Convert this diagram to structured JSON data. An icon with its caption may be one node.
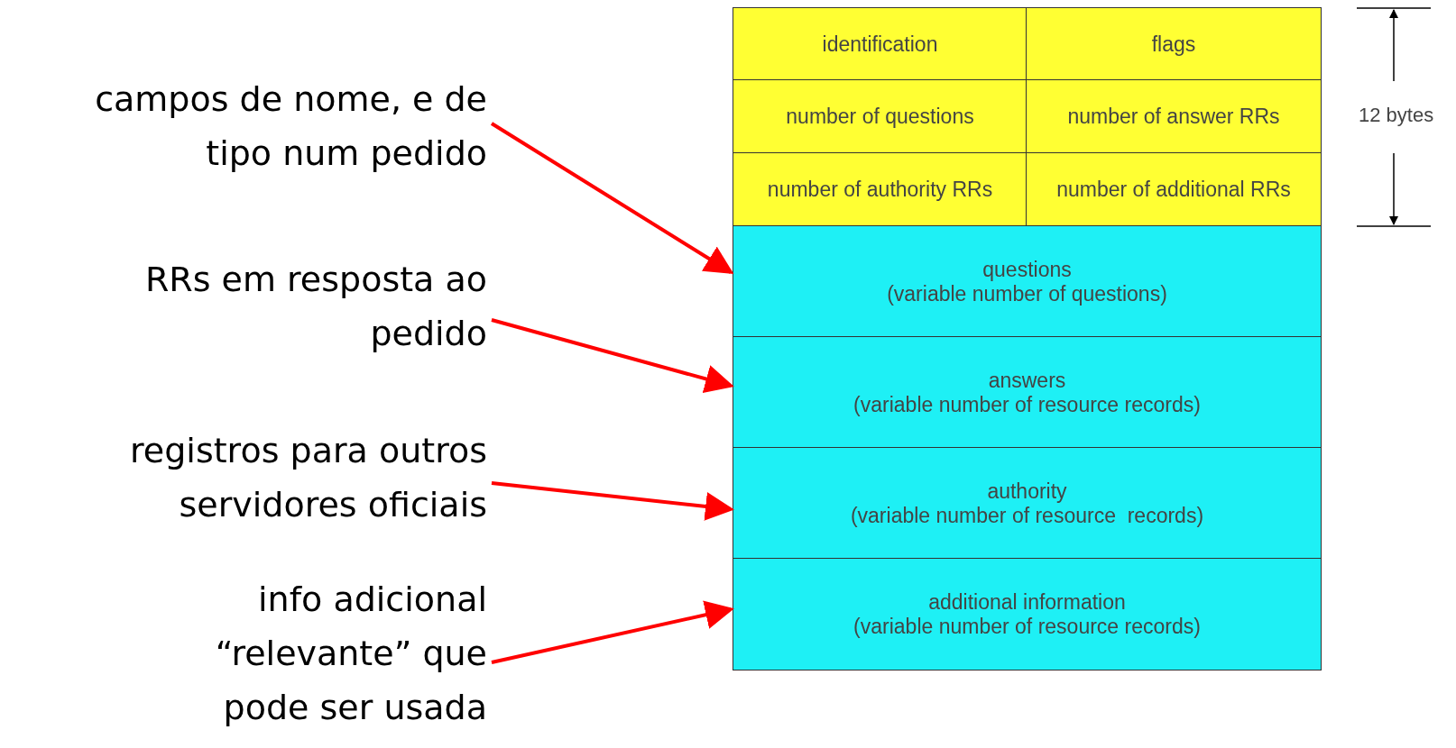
{
  "diagram": {
    "nodes": [
      {
        "text": [
          "identification"
        ]
      },
      {
        "text": [
          "flags"
        ]
      },
      {
        "text": [
          "number of questions"
        ]
      },
      {
        "text": [
          "number of answer RRs"
        ]
      },
      {
        "text": [
          "number of authority RRs"
        ]
      },
      {
        "text": [
          "number of additional RRs"
        ]
      },
      {
        "text": [
          "questions",
          "(variable number of questions)"
        ]
      },
      {
        "text": [
          "answers",
          "(variable number of resource records)"
        ]
      },
      {
        "text": [
          "authority",
          "(variable number of resource  records)"
        ]
      },
      {
        "text": [
          "additional information",
          "(variable number of resource records)"
        ]
      },
      {
        "text": [
          "campos de nome, e de tipo num pedido"
        ]
      },
      {
        "text": [
          "RRs em resposta ao pedido"
        ]
      },
      {
        "text": [
          "registros para outros servidores oficiais"
        ]
      },
      {
        "text": [
          "info adicional “relevante” que pode ser usada"
        ]
      }
    ],
    "edges": [
      {
        "from": 10,
        "to": 6,
        "arrow": "to"
      },
      {
        "from": 11,
        "to": 7,
        "arrow": "to"
      },
      {
        "from": 12,
        "to": 8,
        "arrow": "to"
      },
      {
        "from": 13,
        "to": 9,
        "arrow": "to"
      }
    ],
    "labels": [
      "12 bytes"
    ]
  }
}
